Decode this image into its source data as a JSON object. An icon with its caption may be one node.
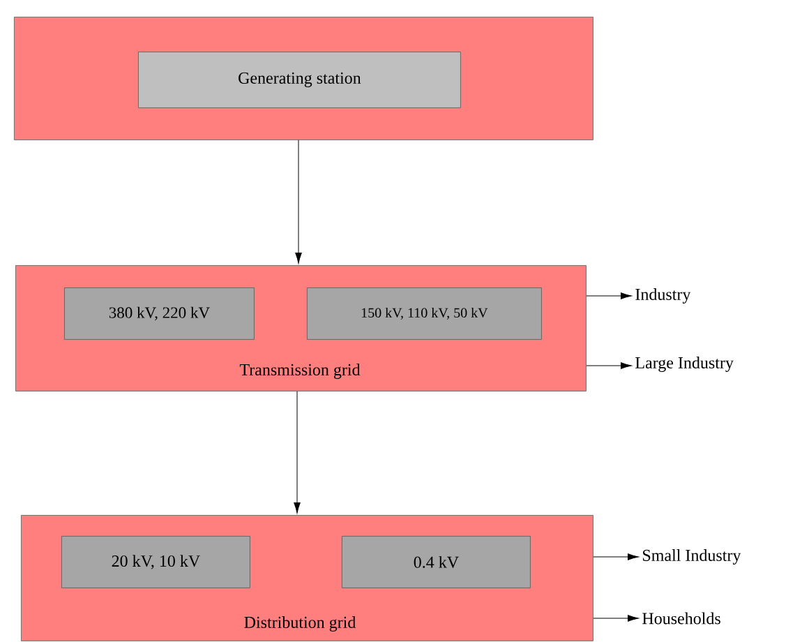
{
  "diagram": {
    "nodes": [
      {
        "text": [],
        "shape": "box"
      },
      {
        "text": [
          "Generating station"
        ],
        "in": 0
      },
      {
        "text": [
          "Transmission grid"
        ]
      },
      {
        "text": [
          "380 kV, 220 kV"
        ],
        "in": 2
      },
      {
        "text": [
          "150 kV, 110 kV, 50 kV"
        ],
        "in": 2
      },
      {
        "text": [
          "Distribution grid"
        ]
      },
      {
        "text": [
          "20 kV, 10 kV"
        ],
        "in": 5
      },
      {
        "text": [
          "0.4 kV"
        ],
        "in": 5
      },
      {
        "text": [
          "Industry"
        ]
      },
      {
        "text": [
          "Large Industry"
        ]
      },
      {
        "text": [
          "Small Industry"
        ]
      },
      {
        "text": [
          "Households"
        ]
      }
    ],
    "edges": [
      {
        "from": 0,
        "to": 2,
        "arrow": "to"
      },
      {
        "from": 2,
        "to": 5,
        "arrow": "to"
      },
      {
        "from": 2,
        "to": 8,
        "arrow": "to"
      },
      {
        "from": 2,
        "to": 9,
        "arrow": "to"
      },
      {
        "from": 5,
        "to": 10,
        "arrow": "to"
      },
      {
        "from": 5,
        "to": 11,
        "arrow": "to"
      }
    ]
  }
}
